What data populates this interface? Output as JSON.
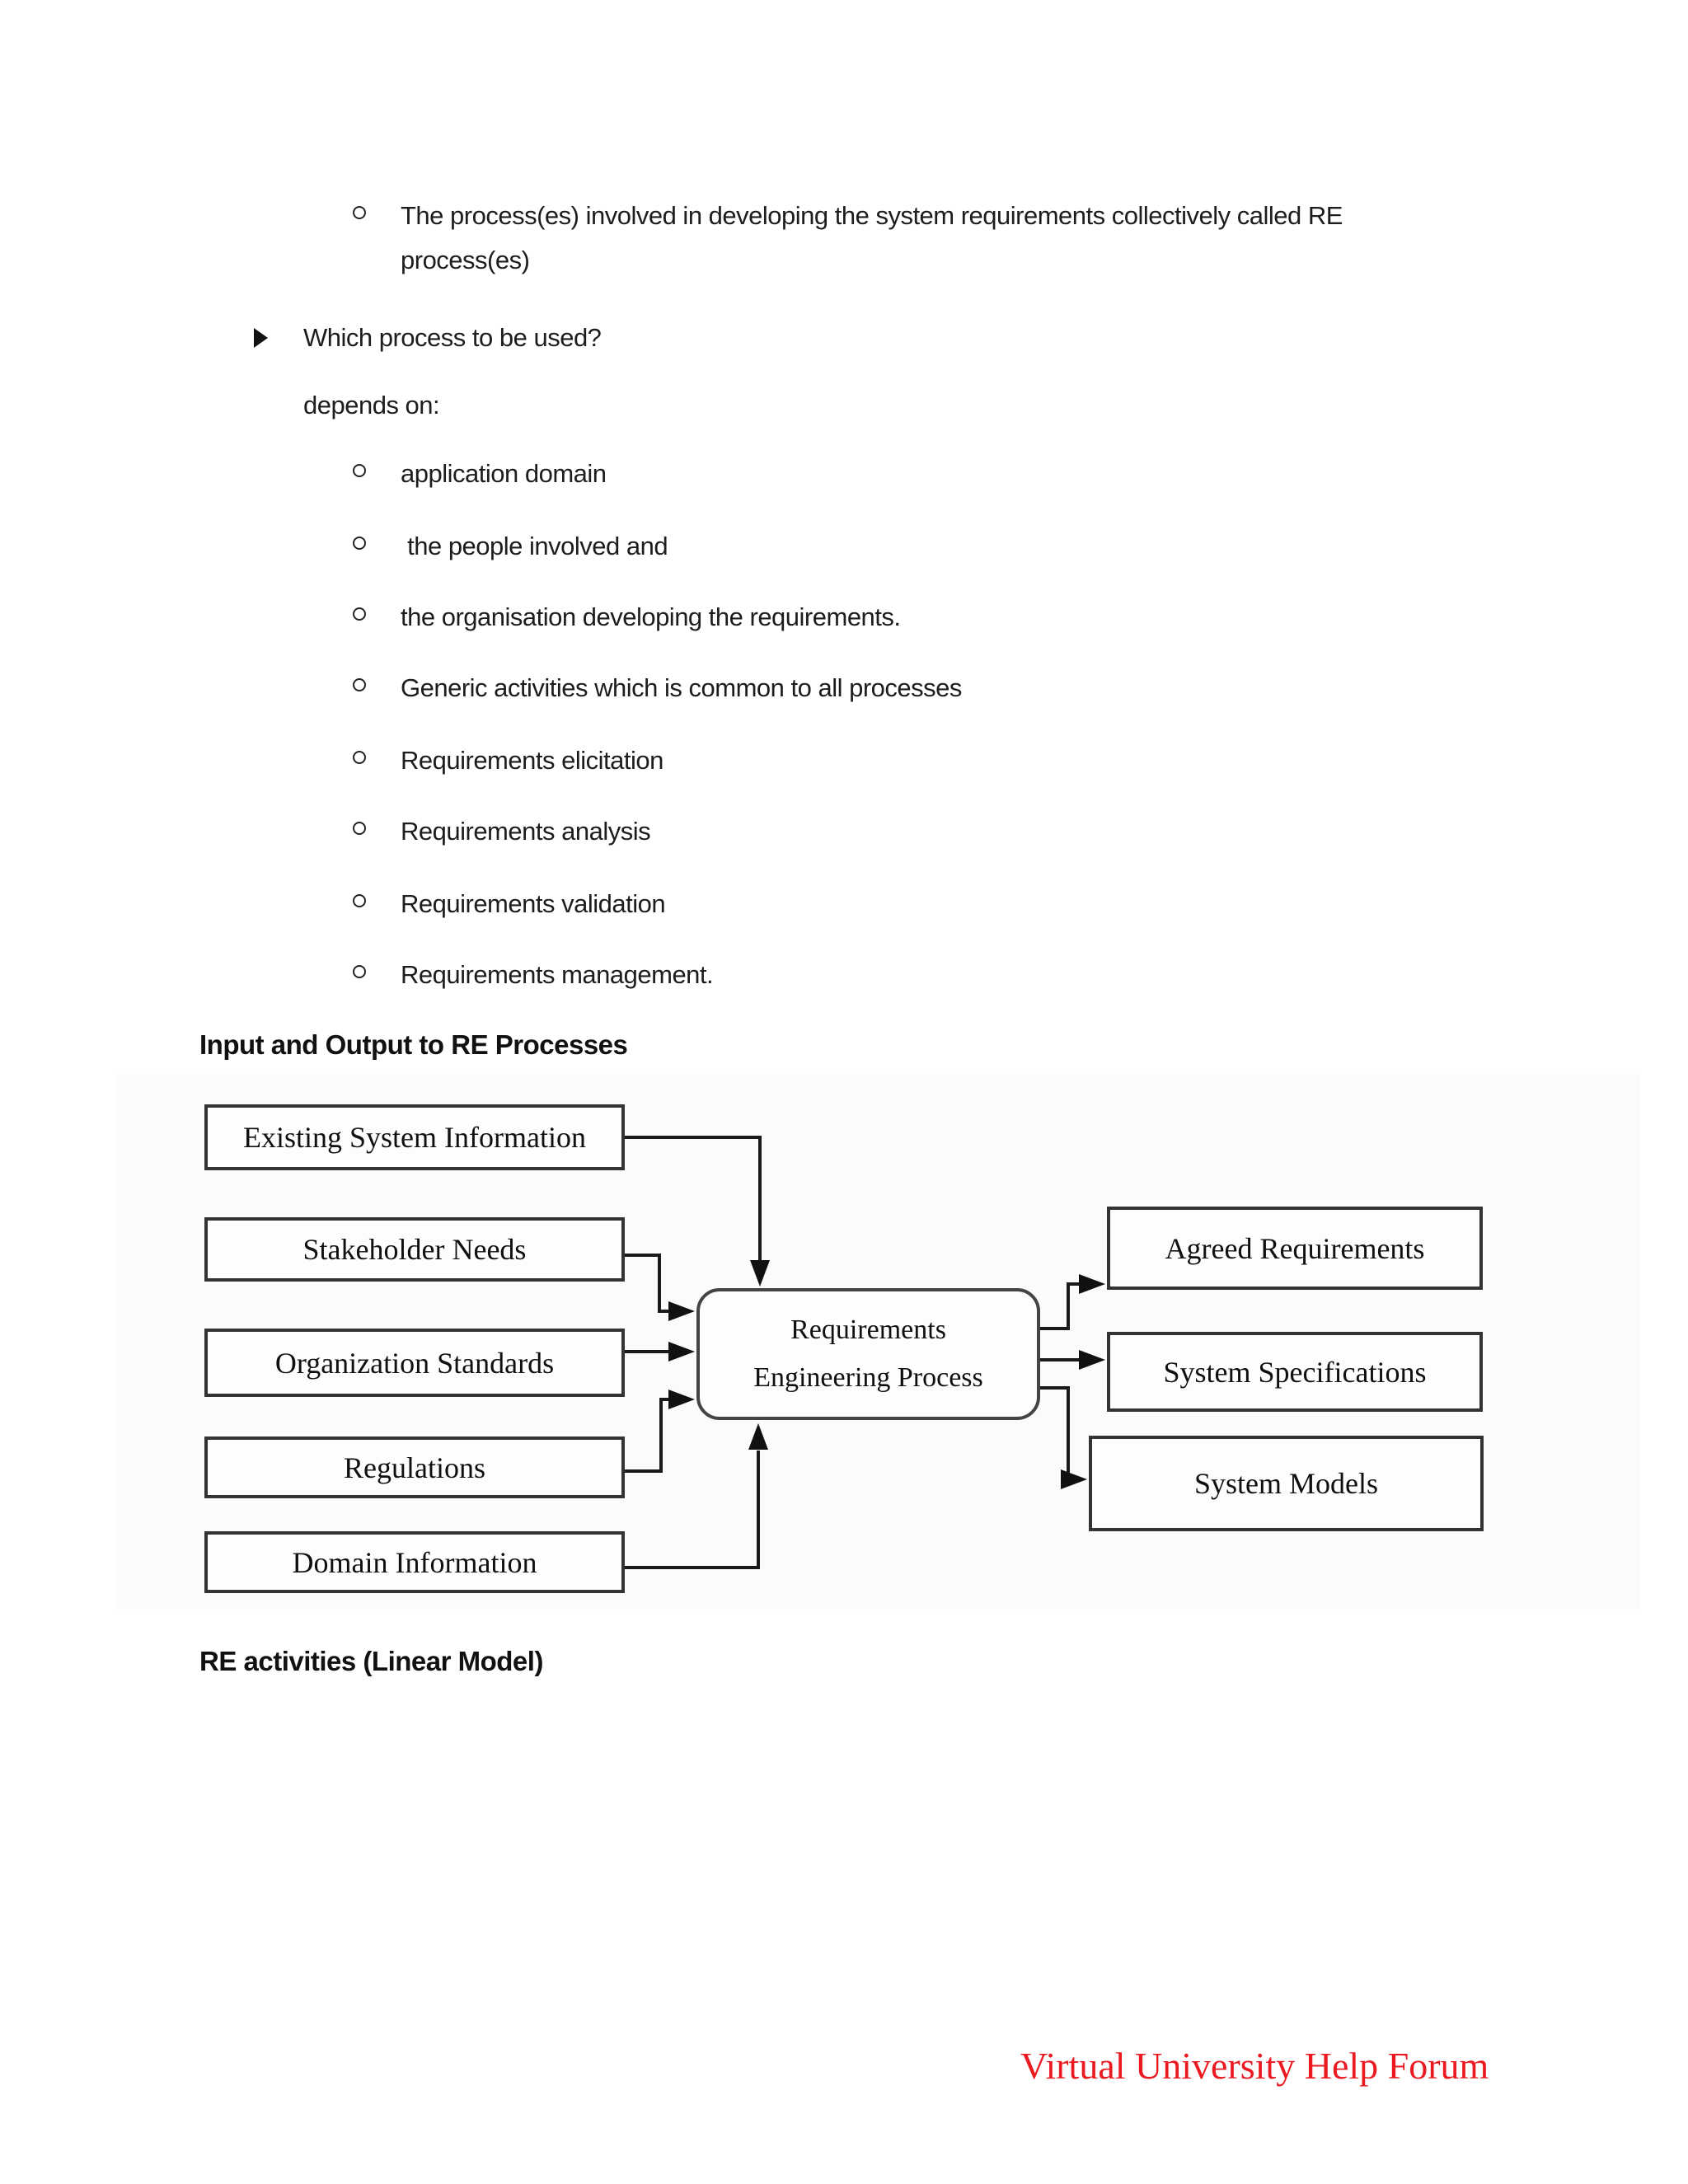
{
  "content": {
    "intro_bullet": {
      "line1": "The process(es) involved in developing the system requirements collectively called RE",
      "line2": "process(es)"
    },
    "question_bullet": "Which process to be used?",
    "depends_label": "depends on:",
    "sub_bullets": [
      "application domain",
      " the people involved and",
      "the organisation developing the requirements.",
      "Generic activities which is common to all processes",
      "Requirements elicitation",
      "Requirements analysis",
      "Requirements validation",
      "Requirements management."
    ],
    "heading_io": "Input and Output to RE Processes",
    "heading_re_activities": "RE activities (Linear Model)"
  },
  "diagram": {
    "inputs": [
      "Existing System Information",
      "Stakeholder Needs",
      "Organization Standards",
      "Regulations",
      "Domain Information"
    ],
    "process": {
      "line1": "Requirements",
      "line2": "Engineering Process"
    },
    "outputs": [
      "Agreed Requirements",
      "System Specifications",
      "System Models"
    ]
  },
  "footer": {
    "watermark": "Virtual University Help Forum",
    "watermark_color": "#ea1a20"
  }
}
